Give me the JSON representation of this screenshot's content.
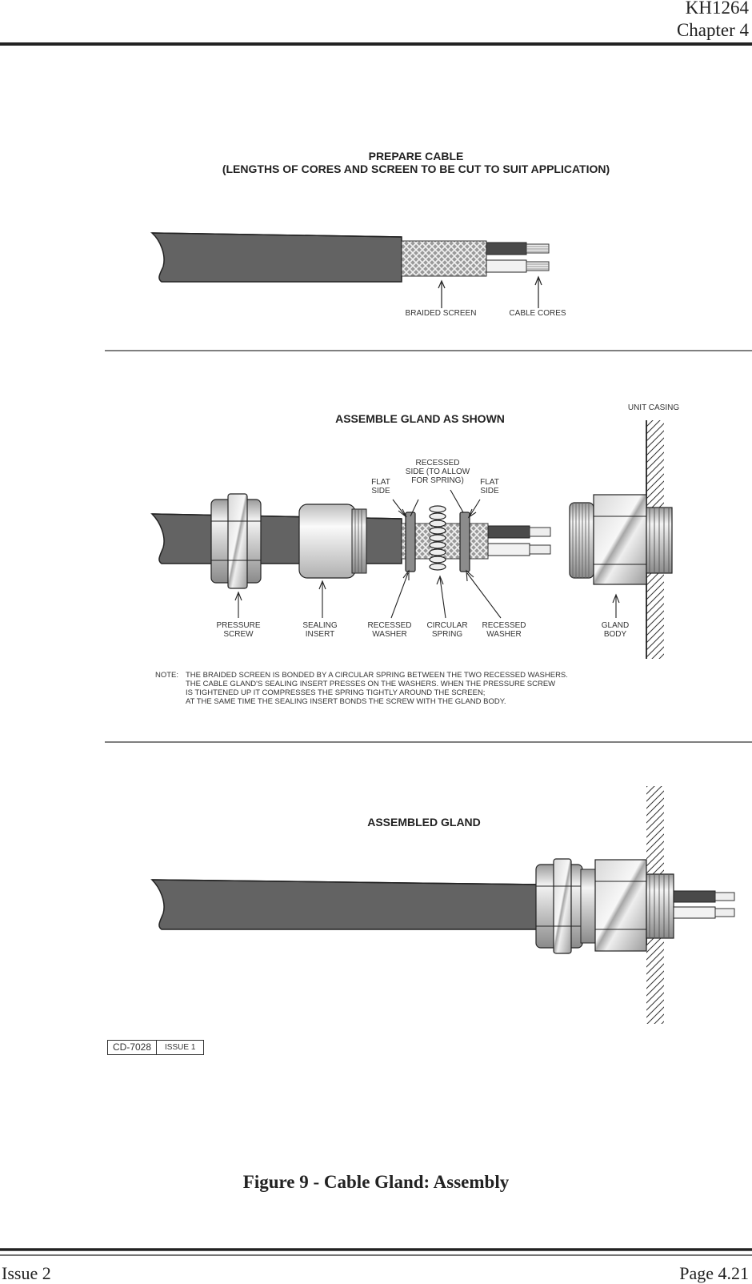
{
  "header": {
    "doc_number": "KH1264",
    "chapter": "Chapter 4"
  },
  "panel1": {
    "title_line1": "PREPARE CABLE",
    "title_line2": "(LENGTHS OF CORES AND SCREEN TO BE CUT TO SUIT APPLICATION)",
    "labels": {
      "braided_screen": "BRAIDED SCREEN",
      "cable_cores": "CABLE CORES"
    }
  },
  "panel2": {
    "title": "ASSEMBLE GLAND AS SHOWN",
    "unit_casing": "UNIT CASING",
    "top_labels": {
      "flat_left": [
        "FLAT",
        "SIDE"
      ],
      "recessed": [
        "RECESSED",
        "SIDE (TO ALLOW",
        "FOR SPRING)"
      ],
      "flat_right": [
        "FLAT",
        "SIDE"
      ]
    },
    "bottom_labels": {
      "pressure_screw": [
        "PRESSURE",
        "SCREW"
      ],
      "sealing_insert": [
        "SEALING",
        "INSERT"
      ],
      "recessed_washer_1": [
        "RECESSED",
        "WASHER"
      ],
      "circular_spring": [
        "CIRCULAR",
        "SPRING"
      ],
      "recessed_washer_2": [
        "RECESSED",
        "WASHER"
      ],
      "gland_body": [
        "GLAND",
        "BODY"
      ]
    },
    "note_label": "NOTE:",
    "note_lines": [
      "THE BRAIDED SCREEN IS BONDED BY A CIRCULAR SPRING BETWEEN THE TWO RECESSED WASHERS.",
      "THE CABLE GLAND'S SEALING INSERT PRESSES ON THE WASHERS. WHEN THE PRESSURE SCREW",
      "IS TIGHTENED UP IT COMPRESSES THE SPRING TIGHTLY AROUND THE SCREEN;",
      "AT THE SAME TIME THE SEALING INSERT BONDS THE SCREW WITH THE GLAND BODY."
    ]
  },
  "panel3": {
    "title": "ASSEMBLED GLAND"
  },
  "drawing_id": {
    "code": "CD-7028",
    "issue": "ISSUE 1"
  },
  "caption": "Figure 9 - Cable Gland: Assembly",
  "footer": {
    "left": "Issue 2",
    "right": "Page 4.21"
  },
  "colors": {
    "cable": "#636363",
    "metal_light": "#e2e2e2",
    "metal_dark": "#8e8e8e",
    "ink": "#222222"
  }
}
